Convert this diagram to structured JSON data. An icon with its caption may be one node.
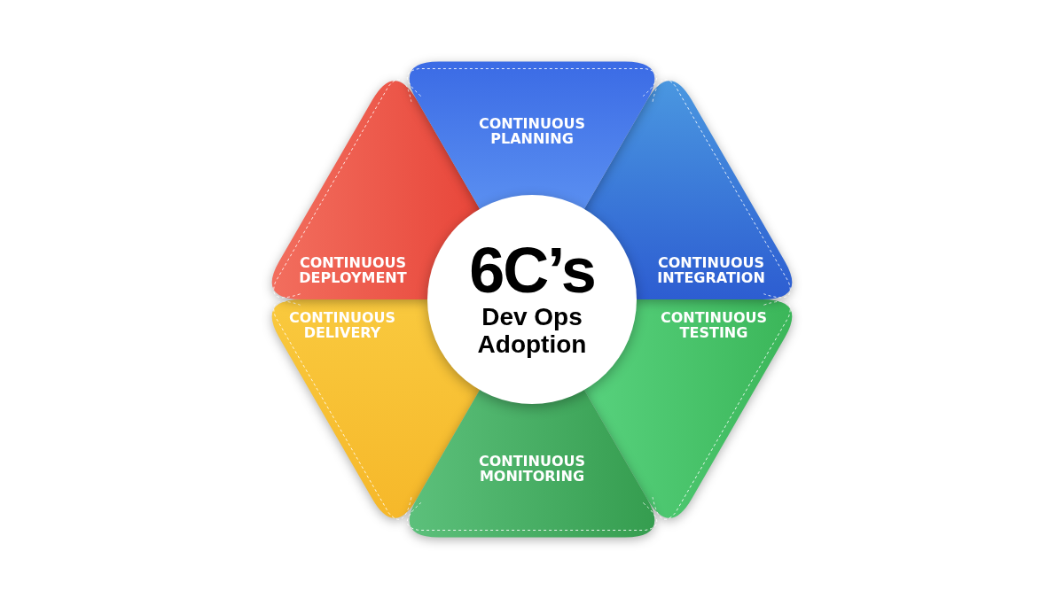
{
  "diagram": {
    "nodes": [
      {
        "text": [
          "CONTINUOUS PLANNING"
        ]
      },
      {
        "text": [
          "CONTINUOUS INTEGRATION"
        ]
      },
      {
        "text": [
          "CONTINUOUS TESTING"
        ]
      },
      {
        "text": [
          "CONTINUOUS MONITORING"
        ]
      },
      {
        "text": [
          "CONTINUOUS DELIVERY"
        ]
      },
      {
        "text": [
          "CONTINUOUS DEPLOYMENT"
        ]
      },
      {
        "text": [
          "6C’s",
          "Dev Ops Adoption"
        ]
      }
    ]
  }
}
